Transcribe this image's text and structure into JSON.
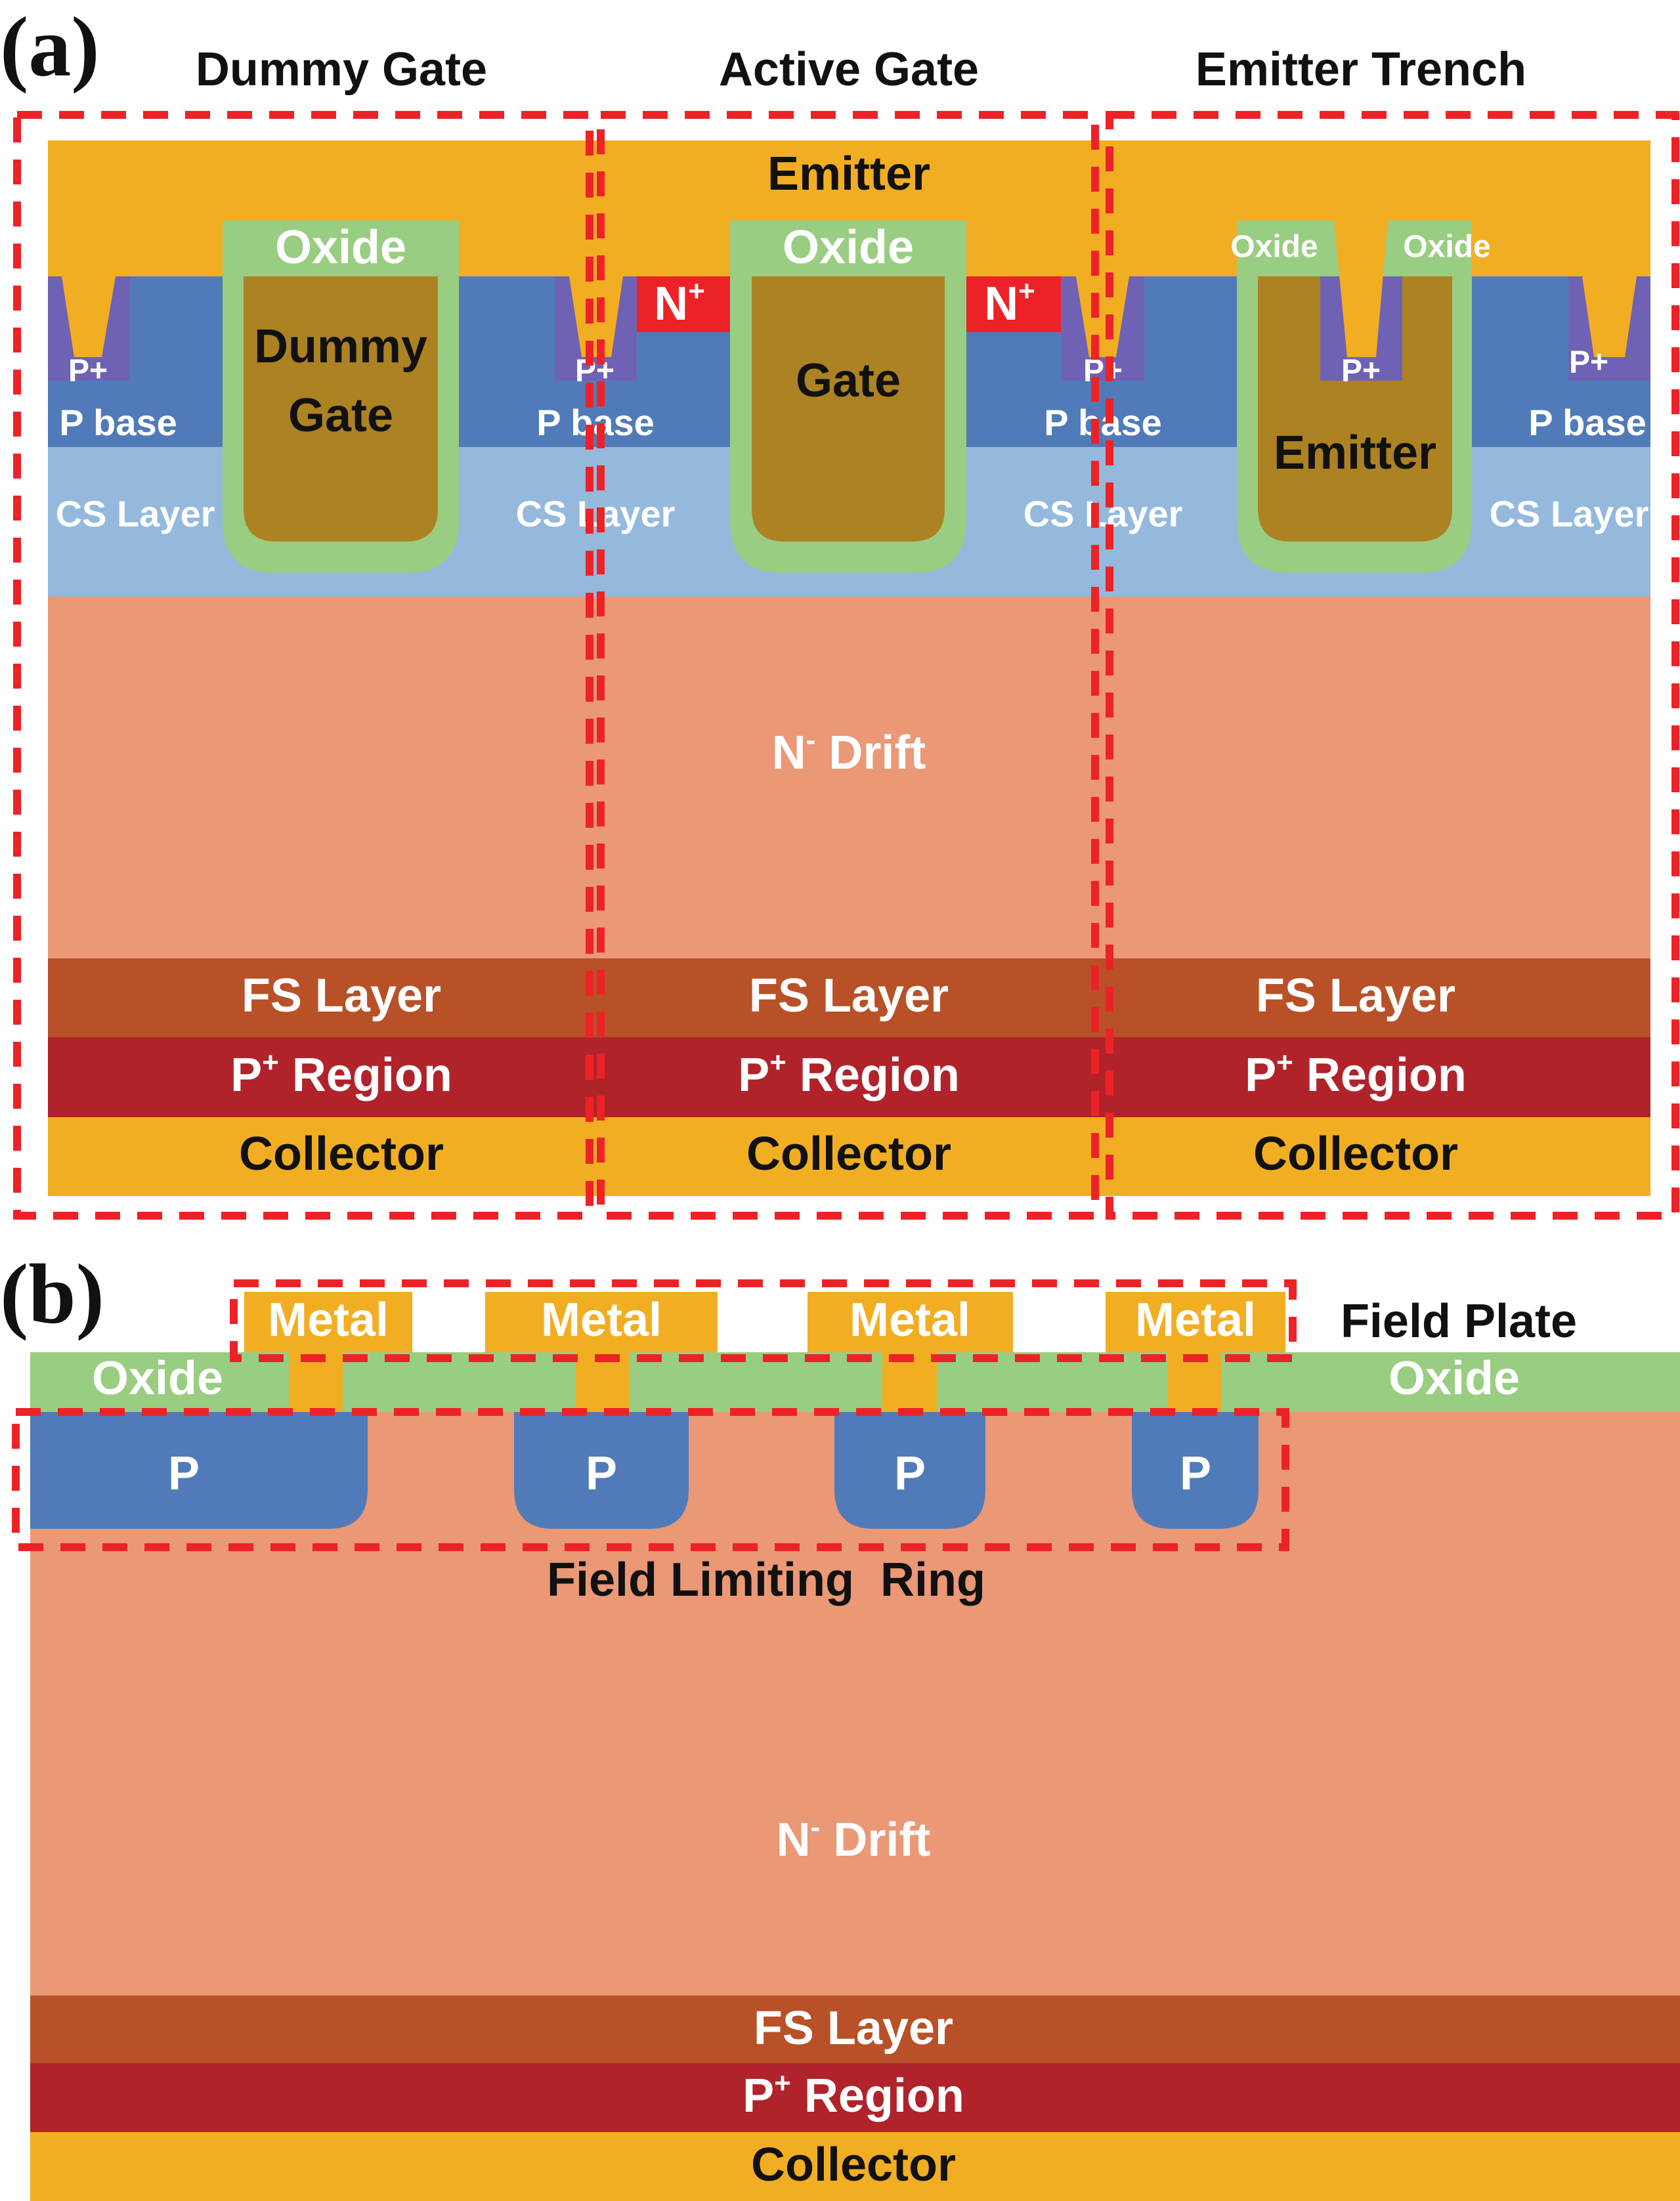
{
  "colors": {
    "metal": "#F2AE22",
    "p_base": "#517BB8",
    "cs_layer": "#94B9DD",
    "drift": "#EA9876",
    "fs_layer": "#B85128",
    "p_plus_region": "#B0232B",
    "oxide": "#99CD82",
    "poly": "#AD8222",
    "p_plus": "#6F62B4",
    "n_plus": "#ED2227",
    "dashed_box": "#ED2227"
  },
  "panel_a": {
    "label": "(a)",
    "section_titles": [
      "Dummy Gate",
      "Active Gate",
      "Emitter Trench"
    ],
    "emitter": "Emitter",
    "oxide": "Oxide",
    "dummy_gate": [
      "Dummy",
      "Gate"
    ],
    "gate": "Gate",
    "trench_emitter": "Emitter",
    "n_plus": {
      "base": "N",
      "sup": "+"
    },
    "p_plus": "P+",
    "p_base": "P base",
    "cs_layer": "CS Layer",
    "drift": {
      "base": "N",
      "sup": "-",
      "rest": " Drift"
    },
    "fs_layer": "FS Layer",
    "p_region": {
      "base": "P",
      "sup": "+",
      "rest": " Region"
    },
    "collector": "Collector"
  },
  "panel_b": {
    "label": "(b)",
    "metal": "Metal",
    "field_plate": "Field Plate",
    "oxide": "Oxide",
    "p": "P",
    "field_limiting_ring": "Field Limiting  Ring",
    "drift": {
      "base": "N",
      "sup": "-",
      "rest": " Drift"
    },
    "fs_layer": "FS Layer",
    "p_region": {
      "base": "P",
      "sup": "+",
      "rest": " Region"
    },
    "collector": "Collector"
  }
}
